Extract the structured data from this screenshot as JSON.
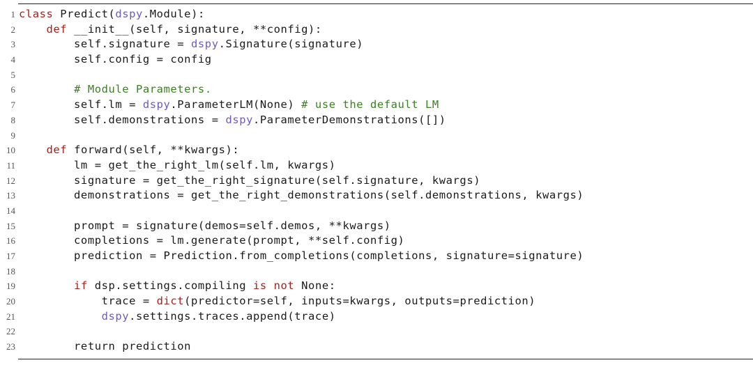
{
  "listing": {
    "colors": {
      "keyword": "#b01c18",
      "module": "#7258c6",
      "comment": "#38821f",
      "text": "#1a1a1a",
      "line_number": "#555555"
    },
    "lines": [
      {
        "n": "1",
        "segments": [
          {
            "t": "kw",
            "v": "class"
          },
          {
            "t": "pl",
            "v": " Predict("
          },
          {
            "t": "mod",
            "v": "dspy"
          },
          {
            "t": "pl",
            "v": ".Module):"
          }
        ]
      },
      {
        "n": "2",
        "segments": [
          {
            "t": "pl",
            "v": "    "
          },
          {
            "t": "kw",
            "v": "def"
          },
          {
            "t": "pl",
            "v": " __init__(self, signature, **config):"
          }
        ]
      },
      {
        "n": "3",
        "segments": [
          {
            "t": "pl",
            "v": "        self.signature = "
          },
          {
            "t": "mod",
            "v": "dspy"
          },
          {
            "t": "pl",
            "v": ".Signature(signature)"
          }
        ]
      },
      {
        "n": "4",
        "segments": [
          {
            "t": "pl",
            "v": "        self.config = config"
          }
        ]
      },
      {
        "n": "5",
        "segments": []
      },
      {
        "n": "6",
        "segments": [
          {
            "t": "pl",
            "v": "        "
          },
          {
            "t": "cm",
            "v": "# Module Parameters."
          }
        ]
      },
      {
        "n": "7",
        "segments": [
          {
            "t": "pl",
            "v": "        self.lm = "
          },
          {
            "t": "mod",
            "v": "dspy"
          },
          {
            "t": "pl",
            "v": ".ParameterLM(None) "
          },
          {
            "t": "cm",
            "v": "# use the default LM"
          }
        ]
      },
      {
        "n": "8",
        "segments": [
          {
            "t": "pl",
            "v": "        self.demonstrations = "
          },
          {
            "t": "mod",
            "v": "dspy"
          },
          {
            "t": "pl",
            "v": ".ParameterDemonstrations([])"
          }
        ]
      },
      {
        "n": "9",
        "segments": []
      },
      {
        "n": "10",
        "segments": [
          {
            "t": "pl",
            "v": "    "
          },
          {
            "t": "kw",
            "v": "def"
          },
          {
            "t": "pl",
            "v": " forward(self, **kwargs):"
          }
        ]
      },
      {
        "n": "11",
        "segments": [
          {
            "t": "pl",
            "v": "        lm = get_the_right_lm(self.lm, kwargs)"
          }
        ]
      },
      {
        "n": "12",
        "segments": [
          {
            "t": "pl",
            "v": "        signature = get_the_right_signature(self.signature, kwargs)"
          }
        ]
      },
      {
        "n": "13",
        "segments": [
          {
            "t": "pl",
            "v": "        demonstrations = get_the_right_demonstrations(self.demonstrations, kwargs)"
          }
        ]
      },
      {
        "n": "14",
        "segments": []
      },
      {
        "n": "15",
        "segments": [
          {
            "t": "pl",
            "v": "        prompt = signature(demos=self.demos, **kwargs)"
          }
        ]
      },
      {
        "n": "16",
        "segments": [
          {
            "t": "pl",
            "v": "        completions = lm.generate(prompt, **self.config)"
          }
        ]
      },
      {
        "n": "17",
        "segments": [
          {
            "t": "pl",
            "v": "        prediction = Prediction.from_completions(completions, signature=signature)"
          }
        ]
      },
      {
        "n": "18",
        "segments": []
      },
      {
        "n": "19",
        "segments": [
          {
            "t": "pl",
            "v": "        "
          },
          {
            "t": "kw",
            "v": "if"
          },
          {
            "t": "pl",
            "v": " dsp.settings.compiling "
          },
          {
            "t": "kw",
            "v": "is not"
          },
          {
            "t": "pl",
            "v": " None:"
          }
        ]
      },
      {
        "n": "20",
        "segments": [
          {
            "t": "pl",
            "v": "            trace = "
          },
          {
            "t": "kw",
            "v": "dict"
          },
          {
            "t": "pl",
            "v": "(predictor=self, inputs=kwargs, outputs=prediction)"
          }
        ]
      },
      {
        "n": "21",
        "segments": [
          {
            "t": "pl",
            "v": "            "
          },
          {
            "t": "mod",
            "v": "dspy"
          },
          {
            "t": "pl",
            "v": ".settings.traces.append(trace)"
          }
        ]
      },
      {
        "n": "22",
        "segments": []
      },
      {
        "n": "23",
        "segments": [
          {
            "t": "pl",
            "v": "        return prediction"
          }
        ]
      }
    ]
  }
}
